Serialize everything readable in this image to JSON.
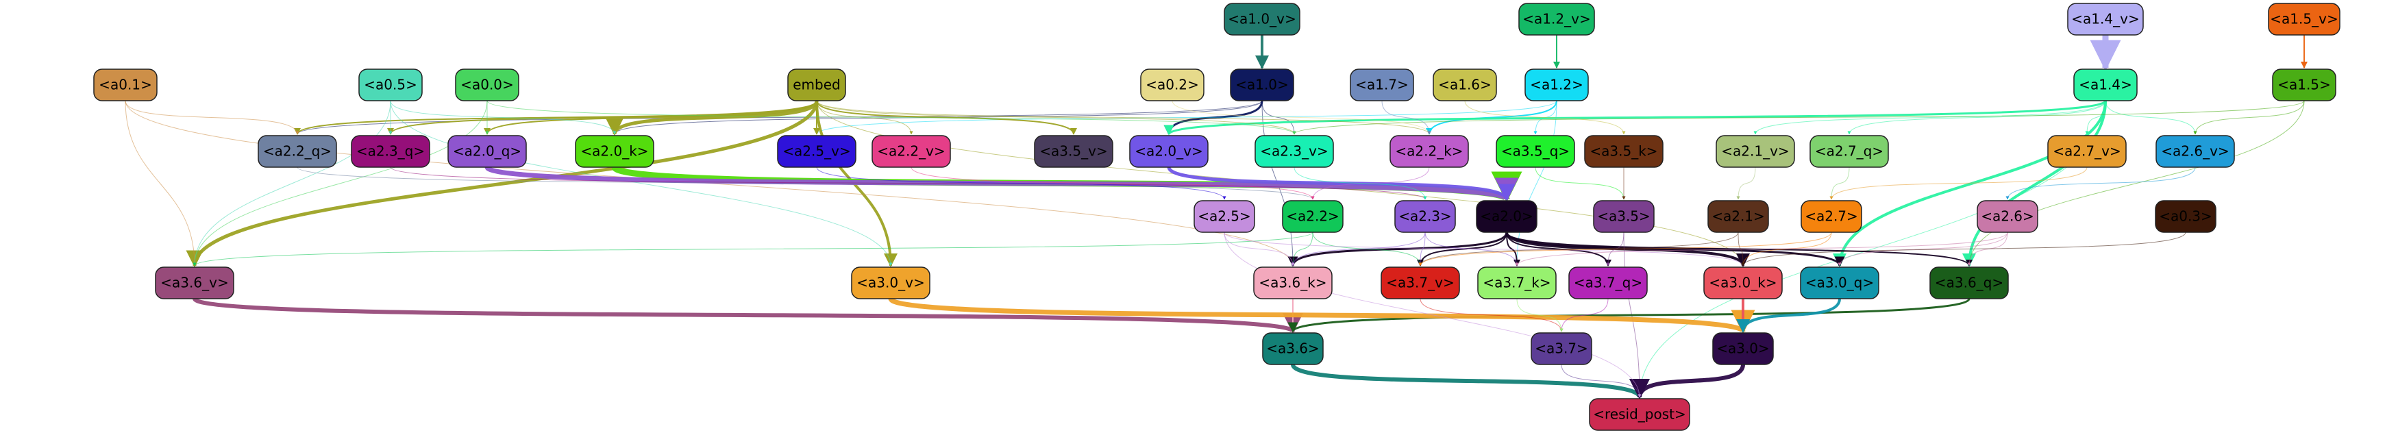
{
  "nodes": [
    {
      "id": "a1_0_v",
      "label": "<a1.0_v>",
      "color": "#217a6e",
      "text": "#000000"
    },
    {
      "id": "a1_2_v",
      "label": "<a1.2_v>",
      "color": "#14b966",
      "text": "#000000"
    },
    {
      "id": "a1_4_v",
      "label": "<a1.4_v>",
      "color": "#b3aef3",
      "text": "#000000"
    },
    {
      "id": "a1_5_v",
      "label": "<a1.5_v>",
      "color": "#eb6412",
      "text": "#000000"
    },
    {
      "id": "a0_1",
      "label": "<a0.1>",
      "color": "#cd8f48",
      "text": "#000000"
    },
    {
      "id": "a0_5",
      "label": "<a0.5>",
      "color": "#4dd9b6",
      "text": "#000000"
    },
    {
      "id": "a0_0",
      "label": "<a0.0>",
      "color": "#47d45e",
      "text": "#000000"
    },
    {
      "id": "embed",
      "label": "embed",
      "color": "#9da324",
      "text": "#000000"
    },
    {
      "id": "a0_2",
      "label": "<a0.2>",
      "color": "#e6da8b",
      "text": "#000000"
    },
    {
      "id": "a1_0",
      "label": "<a1.0>",
      "color": "#0f1a5e",
      "text": "#000000"
    },
    {
      "id": "a1_7",
      "label": "<a1.7>",
      "color": "#6f89bb",
      "text": "#000000"
    },
    {
      "id": "a1_6",
      "label": "<a1.6>",
      "color": "#c7c24f",
      "text": "#000000"
    },
    {
      "id": "a1_2",
      "label": "<a1.2>",
      "color": "#13dcf5",
      "text": "#000000"
    },
    {
      "id": "a1_4",
      "label": "<a1.4>",
      "color": "#2af2a2",
      "text": "#000000"
    },
    {
      "id": "a1_5",
      "label": "<a1.5>",
      "color": "#4aad15",
      "text": "#000000"
    },
    {
      "id": "a2_2_q",
      "label": "<a2.2_q>",
      "color": "#6f81a1",
      "text": "#000000"
    },
    {
      "id": "a2_3_q",
      "label": "<a2.3_q>",
      "color": "#950f79",
      "text": "#000000"
    },
    {
      "id": "a2_0_q",
      "label": "<a2.0_q>",
      "color": "#8e55ce",
      "text": "#000000"
    },
    {
      "id": "a2_0_k",
      "label": "<a2.0_k>",
      "color": "#54dc0d",
      "text": "#000000"
    },
    {
      "id": "a2_5_v",
      "label": "<a2.5_v>",
      "color": "#2e12d9",
      "text": "#000000"
    },
    {
      "id": "a2_2_v",
      "label": "<a2.2_v>",
      "color": "#e53e88",
      "text": "#000000"
    },
    {
      "id": "a3_5_v",
      "label": "<a3.5_v>",
      "color": "#493d5d",
      "text": "#000000"
    },
    {
      "id": "a2_0_v",
      "label": "<a2.0_v>",
      "color": "#7156e7",
      "text": "#000000"
    },
    {
      "id": "a2_3_v",
      "label": "<a2.3_v>",
      "color": "#18efb3",
      "text": "#000000"
    },
    {
      "id": "a2_2_k",
      "label": "<a2.2_k>",
      "color": "#bd5ccb",
      "text": "#000000"
    },
    {
      "id": "a3_5_q",
      "label": "<a3.5_q>",
      "color": "#1ff02c",
      "text": "#000000"
    },
    {
      "id": "a3_5_k",
      "label": "<a3.5_k>",
      "color": "#6d3213",
      "text": "#000000"
    },
    {
      "id": "a2_1_v",
      "label": "<a2.1_v>",
      "color": "#a8c27b",
      "text": "#000000"
    },
    {
      "id": "a2_7_q",
      "label": "<a2.7_q>",
      "color": "#7ed16e",
      "text": "#000000"
    },
    {
      "id": "a2_7_v",
      "label": "<a2.7_v>",
      "color": "#e69c2e",
      "text": "#000000"
    },
    {
      "id": "a2_6_v",
      "label": "<a2.6_v>",
      "color": "#209cd8",
      "text": "#000000"
    },
    {
      "id": "a2_5",
      "label": "<a2.5>",
      "color": "#c38edd",
      "text": "#000000"
    },
    {
      "id": "a2_2",
      "label": "<a2.2>",
      "color": "#10c758",
      "text": "#000000"
    },
    {
      "id": "a2_3",
      "label": "<a2.3>",
      "color": "#8a5bd5",
      "text": "#000000"
    },
    {
      "id": "a2_0",
      "label": "<a2.0>",
      "color": "#170425",
      "text": "#000000"
    },
    {
      "id": "a3_5",
      "label": "<a3.5>",
      "color": "#7a3f8e",
      "text": "#000000"
    },
    {
      "id": "a2_1",
      "label": "<a2.1>",
      "color": "#5b311c",
      "text": "#000000"
    },
    {
      "id": "a2_7",
      "label": "<a2.7>",
      "color": "#f5830d",
      "text": "#000000"
    },
    {
      "id": "a2_6",
      "label": "<a2.6>",
      "color": "#c878a8",
      "text": "#000000"
    },
    {
      "id": "a0_3",
      "label": "<a0.3>",
      "color": "#3b1808",
      "text": "#000000"
    },
    {
      "id": "a3_6_v",
      "label": "<a3.6_v>",
      "color": "#974b7a",
      "text": "#000000"
    },
    {
      "id": "a3_0_v",
      "label": "<a3.0_v>",
      "color": "#efa32c",
      "text": "#000000"
    },
    {
      "id": "a3_6_k",
      "label": "<a3.6_k>",
      "color": "#f3a8bc",
      "text": "#000000"
    },
    {
      "id": "a3_7_v",
      "label": "<a3.7_v>",
      "color": "#d8211a",
      "text": "#000000"
    },
    {
      "id": "a3_7_k",
      "label": "<a3.7_k>",
      "color": "#97f16f",
      "text": "#000000"
    },
    {
      "id": "a3_7_q",
      "label": "<a3.7_q>",
      "color": "#b226b7",
      "text": "#000000"
    },
    {
      "id": "a3_0_k",
      "label": "<a3.0_k>",
      "color": "#e9525e",
      "text": "#000000"
    },
    {
      "id": "a3_0_q",
      "label": "<a3.0_q>",
      "color": "#1195ab",
      "text": "#000000"
    },
    {
      "id": "a3_6_q",
      "label": "<a3.6_q>",
      "color": "#1a5d1a",
      "text": "#000000"
    },
    {
      "id": "a3_6",
      "label": "<a3.6>",
      "color": "#138076",
      "text": "#000000"
    },
    {
      "id": "a3_7",
      "label": "<a3.7>",
      "color": "#5c3d95",
      "text": "#000000"
    },
    {
      "id": "a3_0",
      "label": "<a3.0>",
      "color": "#2d0b49",
      "text": "#000000"
    },
    {
      "id": "resid_post",
      "label": "<resid_post>",
      "color": "#cc2a50",
      "text": "#000000"
    }
  ],
  "edges": [
    {
      "from": "a1_0_v",
      "to": "a1_0",
      "color": "#217a6e",
      "weight": 4
    },
    {
      "from": "a1_2_v",
      "to": "a1_2",
      "color": "#14b966",
      "weight": 2
    },
    {
      "from": "a1_4_v",
      "to": "a1_4",
      "color": "#b3aef3",
      "weight": 9
    },
    {
      "from": "a1_5_v",
      "to": "a1_5",
      "color": "#eb6412",
      "weight": 2
    },
    {
      "from": "a1_0",
      "to": "a2_0_v",
      "color": "#0f1a5e",
      "weight": 3
    },
    {
      "from": "a1_0",
      "to": "a2_2_q",
      "color": "#0f1a5e",
      "weight": 1
    },
    {
      "from": "a1_0",
      "to": "a2_3_v",
      "color": "#0f1a5e",
      "weight": 1
    },
    {
      "from": "a1_0",
      "to": "a2_0_k",
      "color": "#0f1a5e",
      "weight": 1
    },
    {
      "from": "a1_0",
      "to": "a3_6_k",
      "color": "#0f1a5e",
      "weight": 1
    },
    {
      "from": "a1_2",
      "to": "a2_2_k",
      "color": "#13dcf5",
      "weight": 2
    },
    {
      "from": "a1_2",
      "to": "a3_5_q",
      "color": "#13dcf5",
      "weight": 1
    },
    {
      "from": "a1_2",
      "to": "a2_5_v",
      "color": "#13dcf5",
      "weight": 1
    },
    {
      "from": "a1_2",
      "to": "a3_7_k",
      "color": "#13dcf5",
      "weight": 1
    },
    {
      "from": "a1_4",
      "to": "a2_0_v",
      "color": "#2af2a2",
      "weight": 3
    },
    {
      "from": "a1_4",
      "to": "a3_0_q",
      "color": "#2af2a2",
      "weight": 4
    },
    {
      "from": "a1_4",
      "to": "a3_6_q",
      "color": "#2af2a2",
      "weight": 4
    },
    {
      "from": "a1_4",
      "to": "a2_7_v",
      "color": "#2af2a2",
      "weight": 1
    },
    {
      "from": "a1_4",
      "to": "a2_6_v",
      "color": "#2af2a2",
      "weight": 1
    },
    {
      "from": "a1_4",
      "to": "a2_1_v",
      "color": "#2af2a2",
      "weight": 1
    },
    {
      "from": "a1_4",
      "to": "a2_7_q",
      "color": "#2af2a2",
      "weight": 1
    },
    {
      "from": "a1_4",
      "to": "resid_post",
      "color": "#2af2a2",
      "weight": 1
    },
    {
      "from": "a1_5",
      "to": "a2_6_v",
      "color": "#4aad15",
      "weight": 1
    },
    {
      "from": "a1_5",
      "to": "a3_6_q",
      "color": "#4aad15",
      "weight": 1
    },
    {
      "from": "a1_5",
      "to": "a2_3_v",
      "color": "#4aad15",
      "weight": 1
    },
    {
      "from": "embed",
      "to": "a2_0_k",
      "color": "#9da324",
      "weight": 5
    },
    {
      "from": "embed",
      "to": "a3_6_v",
      "color": "#9da324",
      "weight": 5
    },
    {
      "from": "embed",
      "to": "a3_0_v",
      "color": "#9da324",
      "weight": 4
    },
    {
      "from": "embed",
      "to": "a2_2_q",
      "color": "#9da324",
      "weight": 2
    },
    {
      "from": "embed",
      "to": "a2_3_q",
      "color": "#9da324",
      "weight": 2
    },
    {
      "from": "embed",
      "to": "a2_0_q",
      "color": "#9da324",
      "weight": 2
    },
    {
      "from": "embed",
      "to": "a2_5_v",
      "color": "#9da324",
      "weight": 2
    },
    {
      "from": "embed",
      "to": "a2_2_v",
      "color": "#9da324",
      "weight": 1
    },
    {
      "from": "embed",
      "to": "a3_5_v",
      "color": "#9da324",
      "weight": 2
    },
    {
      "from": "embed",
      "to": "a2_3_v",
      "color": "#9da324",
      "weight": 1
    },
    {
      "from": "embed",
      "to": "a2_2_k",
      "color": "#9da324",
      "weight": 1
    },
    {
      "from": "embed",
      "to": "a3_0_k",
      "color": "#9da324",
      "weight": 1
    },
    {
      "from": "a0_1",
      "to": "a2_2_q",
      "color": "#cd8f48",
      "weight": 1
    },
    {
      "from": "a0_1",
      "to": "a3_6_v",
      "color": "#cd8f48",
      "weight": 1
    },
    {
      "from": "a0_1",
      "to": "a3_6_k",
      "color": "#cd8f48",
      "weight": 1
    },
    {
      "from": "a0_5",
      "to": "a2_3_q",
      "color": "#4dd9b6",
      "weight": 1
    },
    {
      "from": "a0_5",
      "to": "a3_6_v",
      "color": "#4dd9b6",
      "weight": 1
    },
    {
      "from": "a0_5",
      "to": "a2_0_k",
      "color": "#4dd9b6",
      "weight": 1
    },
    {
      "from": "a0_5",
      "to": "a3_0_v",
      "color": "#4dd9b6",
      "weight": 1
    },
    {
      "from": "a0_0",
      "to": "a2_0_q",
      "color": "#47d45e",
      "weight": 1
    },
    {
      "from": "a0_0",
      "to": "a3_6_v",
      "color": "#47d45e",
      "weight": 1
    },
    {
      "from": "a0_0",
      "to": "a2_3_v",
      "color": "#47d45e",
      "weight": 1
    },
    {
      "from": "a0_2",
      "to": "a2_2_k",
      "color": "#e6da8b",
      "weight": 1
    },
    {
      "from": "a1_7",
      "to": "a2_2_k",
      "color": "#6f89bb",
      "weight": 1
    },
    {
      "from": "a1_6",
      "to": "a3_5_k",
      "color": "#c7c24f",
      "weight": 1
    },
    {
      "from": "a2_0_k",
      "to": "a2_0",
      "color": "#54dc0d",
      "weight": 9
    },
    {
      "from": "a2_0_q",
      "to": "a2_0",
      "color": "#8e55ce",
      "weight": 7
    },
    {
      "from": "a2_0_v",
      "to": "a2_0",
      "color": "#7156e7",
      "weight": 5
    },
    {
      "from": "a2_2_q",
      "to": "a2_2",
      "color": "#6f81a1",
      "weight": 1
    },
    {
      "from": "a2_2_k",
      "to": "a2_2",
      "color": "#bd5ccb",
      "weight": 1
    },
    {
      "from": "a2_2_v",
      "to": "a2_2",
      "color": "#e53e88",
      "weight": 1
    },
    {
      "from": "a2_3_q",
      "to": "a2_3",
      "color": "#950f79",
      "weight": 1
    },
    {
      "from": "a2_3_v",
      "to": "a2_3",
      "color": "#18efb3",
      "weight": 1
    },
    {
      "from": "a2_5_v",
      "to": "a2_5",
      "color": "#2e12d9",
      "weight": 1
    },
    {
      "from": "a3_5_q",
      "to": "a3_5",
      "color": "#1ff02c",
      "weight": 1
    },
    {
      "from": "a3_5_k",
      "to": "a3_5",
      "color": "#6d3213",
      "weight": 1
    },
    {
      "from": "a2_1_v",
      "to": "a2_1",
      "color": "#a8c27b",
      "weight": 1
    },
    {
      "from": "a2_7_q",
      "to": "a2_7",
      "color": "#7ed16e",
      "weight": 1
    },
    {
      "from": "a2_7_v",
      "to": "a2_7",
      "color": "#e69c2e",
      "weight": 1
    },
    {
      "from": "a2_6_v",
      "to": "a2_6",
      "color": "#209cd8",
      "weight": 1
    },
    {
      "from": "a2_0",
      "to": "a3_0_k",
      "color": "#170425",
      "weight": 4
    },
    {
      "from": "a2_0",
      "to": "a3_0_q",
      "color": "#170425",
      "weight": 3
    },
    {
      "from": "a2_0",
      "to": "a3_6_k",
      "color": "#170425",
      "weight": 3
    },
    {
      "from": "a2_0",
      "to": "a3_7_v",
      "color": "#170425",
      "weight": 2
    },
    {
      "from": "a2_0",
      "to": "a3_7_k",
      "color": "#170425",
      "weight": 2
    },
    {
      "from": "a2_0",
      "to": "a3_7_q",
      "color": "#170425",
      "weight": 2
    },
    {
      "from": "a2_0",
      "to": "a3_6_q",
      "color": "#170425",
      "weight": 2
    },
    {
      "from": "a2_2",
      "to": "a3_6_k",
      "color": "#10c758",
      "weight": 1
    },
    {
      "from": "a2_2",
      "to": "a3_7_v",
      "color": "#10c758",
      "weight": 1
    },
    {
      "from": "a2_2",
      "to": "a3_6_v",
      "color": "#10c758",
      "weight": 1
    },
    {
      "from": "a2_3",
      "to": "a3_6_k",
      "color": "#8a5bd5",
      "weight": 1
    },
    {
      "from": "a2_3",
      "to": "a3_7_v",
      "color": "#8a5bd5",
      "weight": 1
    },
    {
      "from": "a2_3",
      "to": "a3_7_k",
      "color": "#8a5bd5",
      "weight": 1
    },
    {
      "from": "a2_5",
      "to": "a3_6_k",
      "color": "#c38edd",
      "weight": 1
    },
    {
      "from": "a2_5",
      "to": "a3_0_k",
      "color": "#c38edd",
      "weight": 1
    },
    {
      "from": "a3_5",
      "to": "a3_7_q",
      "color": "#7a3f8e",
      "weight": 1
    },
    {
      "from": "a3_5",
      "to": "resid_post",
      "color": "#7a3f8e",
      "weight": 1
    },
    {
      "from": "a2_1",
      "to": "a3_0_k",
      "color": "#5b311c",
      "weight": 1
    },
    {
      "from": "a2_1",
      "to": "a3_7_v",
      "color": "#5b311c",
      "weight": 1
    },
    {
      "from": "a2_7",
      "to": "a3_0_k",
      "color": "#f5830d",
      "weight": 1
    },
    {
      "from": "a2_7",
      "to": "a3_7_v",
      "color": "#f5830d",
      "weight": 1
    },
    {
      "from": "a2_6",
      "to": "a3_0_q",
      "color": "#c878a8",
      "weight": 1
    },
    {
      "from": "a2_6",
      "to": "a3_6_q",
      "color": "#c878a8",
      "weight": 1
    },
    {
      "from": "a2_6",
      "to": "a3_7_k",
      "color": "#c878a8",
      "weight": 1
    },
    {
      "from": "a0_3",
      "to": "a3_0_k",
      "color": "#3b1808",
      "weight": 1
    },
    {
      "from": "a3_6_v",
      "to": "a3_6",
      "color": "#974b7a",
      "weight": 6
    },
    {
      "from": "a3_6_k",
      "to": "a3_6",
      "color": "#f3a8bc",
      "weight": 2
    },
    {
      "from": "a3_6_q",
      "to": "a3_6",
      "color": "#1a5d1a",
      "weight": 3
    },
    {
      "from": "a3_0_v",
      "to": "a3_0",
      "color": "#efa32c",
      "weight": 7
    },
    {
      "from": "a3_0_k",
      "to": "a3_0",
      "color": "#e9525e",
      "weight": 4
    },
    {
      "from": "a3_0_q",
      "to": "a3_0",
      "color": "#1195ab",
      "weight": 4
    },
    {
      "from": "a3_7_v",
      "to": "a3_7",
      "color": "#d8211a",
      "weight": 1
    },
    {
      "from": "a3_7_q",
      "to": "a3_7",
      "color": "#b226b7",
      "weight": 1
    },
    {
      "from": "a3_7_k",
      "to": "a3_7",
      "color": "#97f16f",
      "weight": 1
    },
    {
      "from": "a3_6",
      "to": "resid_post",
      "color": "#138076",
      "weight": 6
    },
    {
      "from": "a3_0",
      "to": "resid_post",
      "color": "#2d0b49",
      "weight": 6
    },
    {
      "from": "a3_7",
      "to": "resid_post",
      "color": "#5c3d95",
      "weight": 1
    },
    {
      "from": "a2_5",
      "to": "resid_post",
      "color": "#c38edd",
      "weight": 1
    }
  ]
}
